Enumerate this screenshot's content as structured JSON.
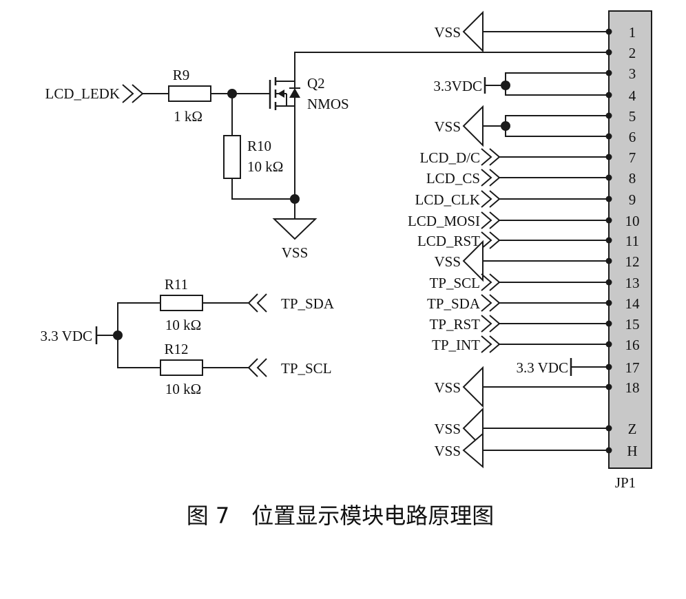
{
  "header": {
    "title": "图 7　位置显示模块电路原理图"
  },
  "connector": {
    "ref": "JP1",
    "pins": [
      "1",
      "2",
      "3",
      "4",
      "5",
      "6",
      "7",
      "8",
      "9",
      "10",
      "11",
      "12",
      "13",
      "14",
      "15",
      "16",
      "17",
      "18",
      "Z",
      "H"
    ],
    "nets": {
      "vss_1": "VSS",
      "vdd_34": "3.3VDC",
      "vss_56": "VSS",
      "lcd_dc": "LCD_D/C",
      "lcd_cs": "LCD_CS",
      "lcd_clk": "LCD_CLK",
      "lcd_mosi": "LCD_MOSI",
      "lcd_rst": "LCD_RST",
      "vss_12": "VSS",
      "tp_scl": "TP_SCL",
      "tp_sda": "TP_SDA",
      "tp_rst": "TP_RST",
      "tp_int": "TP_INT",
      "vdd_17": "3.3 VDC",
      "vss_18": "VSS",
      "vss_z": "VSS",
      "vss_h": "VSS"
    }
  },
  "backlight": {
    "input_label": "LCD_LEDK",
    "r9_ref": "R9",
    "r9_val": "1 kΩ",
    "r10_ref": "R10",
    "r10_val": "10 kΩ",
    "q2_ref": "Q2",
    "q2_type": "NMOS",
    "gnd_label": "VSS"
  },
  "pullups": {
    "supply_label": "3.3 VDC",
    "r11_ref": "R11",
    "r11_val": "10 kΩ",
    "r12_ref": "R12",
    "r12_val": "10 kΩ",
    "sda_label": "TP_SDA",
    "scl_label": "TP_SCL"
  }
}
